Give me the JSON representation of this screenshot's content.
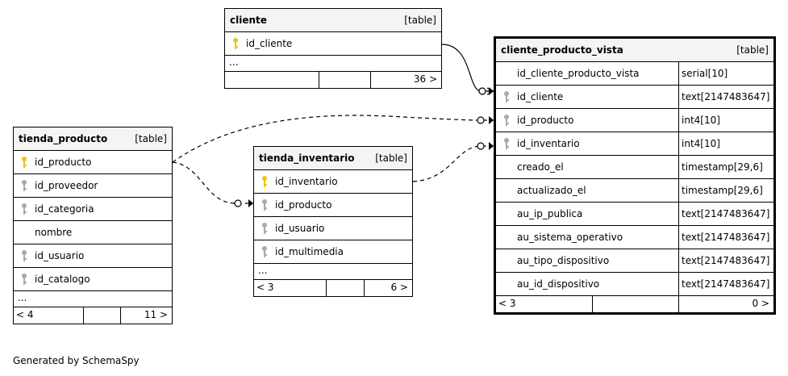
{
  "tables": {
    "cliente": {
      "name": "cliente",
      "type": "[table]",
      "columns": [
        {
          "name": "id_cliente",
          "key": "pk"
        }
      ],
      "ellipsis": "...",
      "footer": {
        "left": "",
        "mid": "",
        "right": "36 >"
      }
    },
    "tienda_producto": {
      "name": "tienda_producto",
      "type": "[table]",
      "columns": [
        {
          "name": "id_producto",
          "key": "pk"
        },
        {
          "name": "id_proveedor",
          "key": "fk"
        },
        {
          "name": "id_categoria",
          "key": "fk"
        },
        {
          "name": "nombre",
          "key": ""
        },
        {
          "name": "id_usuario",
          "key": "fk"
        },
        {
          "name": "id_catalogo",
          "key": "fk"
        }
      ],
      "ellipsis": "...",
      "footer": {
        "left": "< 4",
        "mid": "",
        "right": "11 >"
      }
    },
    "tienda_inventario": {
      "name": "tienda_inventario",
      "type": "[table]",
      "columns": [
        {
          "name": "id_inventario",
          "key": "pk"
        },
        {
          "name": "id_producto",
          "key": "fk"
        },
        {
          "name": "id_usuario",
          "key": "fk"
        },
        {
          "name": "id_multimedia",
          "key": "fk"
        }
      ],
      "ellipsis": "...",
      "footer": {
        "left": "< 3",
        "mid": "",
        "right": "6 >"
      }
    },
    "cliente_producto_vista": {
      "name": "cliente_producto_vista",
      "type": "[table]",
      "columns": [
        {
          "name": "id_cliente_producto_vista",
          "key": "",
          "dtype": "serial[10]"
        },
        {
          "name": "id_cliente",
          "key": "fk",
          "dtype": "text[2147483647]"
        },
        {
          "name": "id_producto",
          "key": "fk",
          "dtype": "int4[10]"
        },
        {
          "name": "id_inventario",
          "key": "fk",
          "dtype": "int4[10]"
        },
        {
          "name": "creado_el",
          "key": "",
          "dtype": "timestamp[29,6]"
        },
        {
          "name": "actualizado_el",
          "key": "",
          "dtype": "timestamp[29,6]"
        },
        {
          "name": "au_ip_publica",
          "key": "",
          "dtype": "text[2147483647]"
        },
        {
          "name": "au_sistema_operativo",
          "key": "",
          "dtype": "text[2147483647]"
        },
        {
          "name": "au_tipo_dispositivo",
          "key": "",
          "dtype": "text[2147483647]"
        },
        {
          "name": "au_id_dispositivo",
          "key": "",
          "dtype": "text[2147483647]"
        }
      ],
      "footer": {
        "left": "< 3",
        "mid": "",
        "right": "0 >"
      }
    }
  },
  "credit": "Generated by SchemaSpy",
  "colors": {
    "pk_key": "#e6c619",
    "fk_key": "#a9a9a9",
    "header_bg": "#f4f4f4",
    "line": "#000000"
  }
}
